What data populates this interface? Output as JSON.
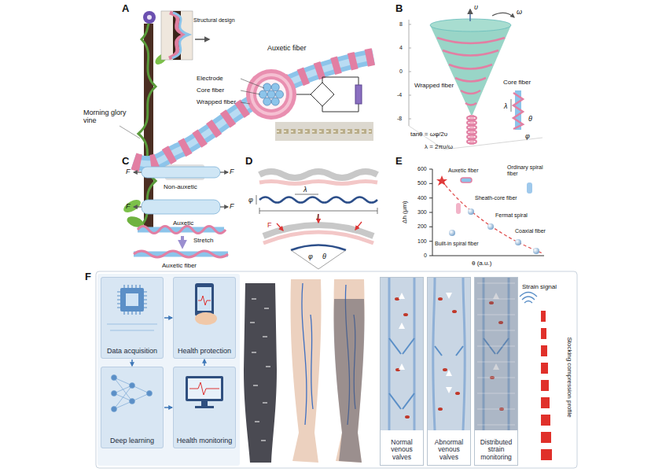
{
  "diagram": {
    "nodes": [
      {
        "text": [
          "Data acquisition"
        ]
      },
      {
        "text": [
          "Health protection"
        ]
      },
      {
        "text": [
          "Deep learning"
        ]
      },
      {
        "text": [
          "Health monitoring"
        ]
      },
      {
        "text": [
          "Normal venous valves"
        ]
      },
      {
        "text": [
          "Abnormal venous valves"
        ]
      },
      {
        "text": [
          "Distributed strain monitoring"
        ]
      }
    ],
    "edges": [
      {
        "from": 0,
        "to": 1,
        "arrow": "to"
      },
      {
        "from": 0,
        "to": 2,
        "arrow": "to"
      },
      {
        "from": 2,
        "to": 3,
        "arrow": "to"
      },
      {
        "from": 3,
        "to": 1,
        "arrow": "to"
      }
    ],
    "labels": [
      "A",
      "Morning glory vine",
      "Structural design",
      "Auxetic fiber",
      "Electrode",
      "Core fiber",
      "Wrapped fiber",
      "B",
      "υ",
      "ω",
      "8",
      "4",
      "0",
      "-4",
      "-8",
      "Wrapped fiber",
      "Core fiber",
      "λ",
      "θ",
      "φ",
      "tanθ = ωφ/2υ",
      "λ = 2πυ/ω",
      "C",
      "F",
      "F",
      "Non-auxetic",
      "F",
      "F",
      "Auxetic",
      "Stretch",
      "Auxetic fiber",
      "D",
      "φ",
      "λ",
      "l",
      "F",
      "φ",
      "θ",
      "E",
      "600",
      "500",
      "400",
      "300",
      "200",
      "100",
      "0",
      "Δh (μm)",
      "θ (a.u.)",
      "Auxetic fiber",
      "Sheath-core fiber",
      "Ordinary spiral fiber",
      "Fermat spiral",
      "Coaxial fiber",
      "Built-in spiral fiber",
      "F",
      "Strain signal",
      "Stocking compression profile"
    ]
  }
}
